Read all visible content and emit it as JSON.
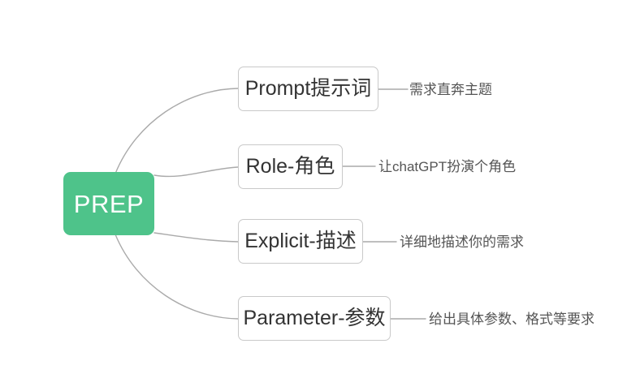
{
  "diagram": {
    "type": "mind-map",
    "orientation": "left-to-right",
    "background_color": "#ffffff",
    "root": {
      "label": "PREP",
      "fill_color": "#4ec38a",
      "text_color": "#ffffff"
    },
    "edge_color": "#aaaaaa",
    "node_border_color": "#c9c9c9",
    "node_text_color": "#333333",
    "leaf_text_color": "#555555",
    "branches": [
      {
        "label": "Prompt提示词",
        "leaf": "需求直奔主题"
      },
      {
        "label": "Role-角色",
        "leaf": "让chatGPT扮演个角色"
      },
      {
        "label": "Explicit-描述",
        "leaf": "详细地描述你的需求"
      },
      {
        "label": "Parameter-参数",
        "leaf": "给出具体参数、格式等要求"
      }
    ]
  }
}
